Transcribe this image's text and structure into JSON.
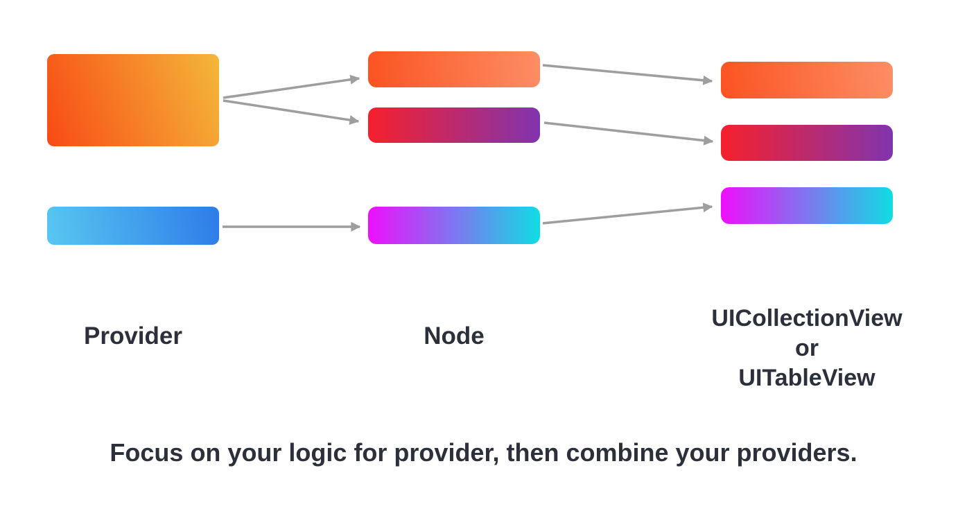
{
  "labels": {
    "provider": "Provider",
    "node": "Node",
    "view_line1": "UICollectionView",
    "view_line2": "or",
    "view_line3": "UITableView",
    "caption": "Focus on your logic for provider, then combine your providers."
  },
  "colors": {
    "background": "#ffffff",
    "text": "#2b303b",
    "arrow": "#9e9e9e"
  },
  "gradients": {
    "provider_main": {
      "from": "#f84a14",
      "to": "#f4b73a",
      "angle": "70deg"
    },
    "provider_alt": {
      "from": "#58c7f0",
      "to": "#2e7ce8",
      "angle": "80deg"
    },
    "orange": {
      "from": "#fb5321",
      "to": "#fc8e65",
      "angle": "80deg"
    },
    "red_purple": {
      "from": "#f6202c",
      "to": "#8134af",
      "angle": "90deg"
    },
    "magenta_cyan": {
      "from": "#ee0ffc",
      "to": "#0fdde3",
      "angle": "90deg"
    }
  }
}
